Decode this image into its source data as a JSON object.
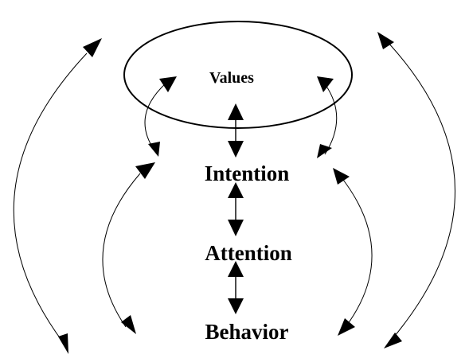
{
  "diagram": {
    "nodes": {
      "values": "Values",
      "intention": "Intention",
      "attention": "Attention",
      "behavior": "Behavior"
    },
    "connections": [
      {
        "from": "Values",
        "to": "Intention",
        "bidirectional": true
      },
      {
        "from": "Intention",
        "to": "Attention",
        "bidirectional": true
      },
      {
        "from": "Attention",
        "to": "Behavior",
        "bidirectional": true
      },
      {
        "from": "Values",
        "to": "Intention",
        "bidirectional": true,
        "style": "curved-left"
      },
      {
        "from": "Values",
        "to": "Intention",
        "bidirectional": true,
        "style": "curved-right"
      },
      {
        "from": "Intention",
        "to": "Behavior",
        "bidirectional": true,
        "style": "curved-left"
      },
      {
        "from": "Intention",
        "to": "Behavior",
        "bidirectional": true,
        "style": "curved-right"
      },
      {
        "from": "Values",
        "to": "Behavior",
        "bidirectional": true,
        "style": "curved-left"
      },
      {
        "from": "Values",
        "to": "Behavior",
        "bidirectional": true,
        "style": "curved-right"
      }
    ],
    "colors": {
      "stroke": "#000000",
      "background": "#ffffff"
    }
  }
}
